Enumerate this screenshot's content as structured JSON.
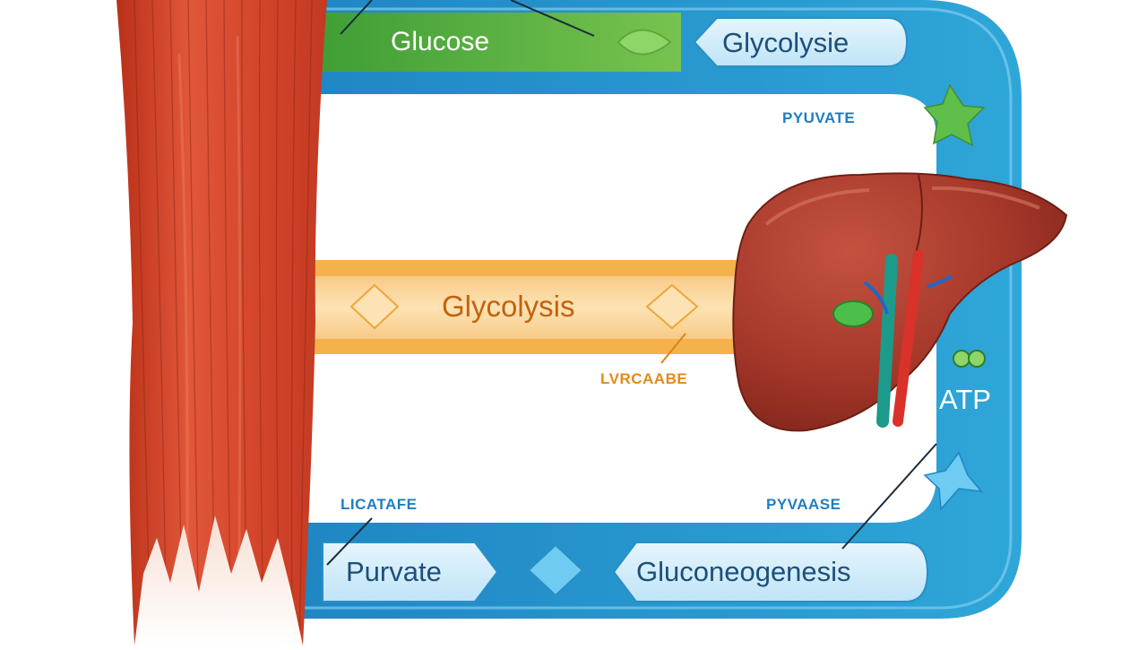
{
  "diagram": {
    "labels": {
      "glucose": "Glucose",
      "glycolysie": "Glycolysie",
      "pyuvate_top": "PYUVATE",
      "glycolysis": "Glycolysis",
      "lvrcaabe": "LVRCAABE",
      "atp": "ATP",
      "licatafe": "LICATAFE",
      "pyvaase": "PYVAASE",
      "purvate": "Purvate",
      "gluconeogenesis": "Gluconeogenesis"
    },
    "organs": {
      "muscle": "muscle-icon",
      "liver": "liver-icon"
    },
    "colors": {
      "cycle_blue": "#2a9bd1",
      "glucose_green": "#4caf3c",
      "glycolysis_orange": "#f6b24a",
      "muscle_red": "#d9452a",
      "liver_brown": "#a8382c"
    }
  }
}
